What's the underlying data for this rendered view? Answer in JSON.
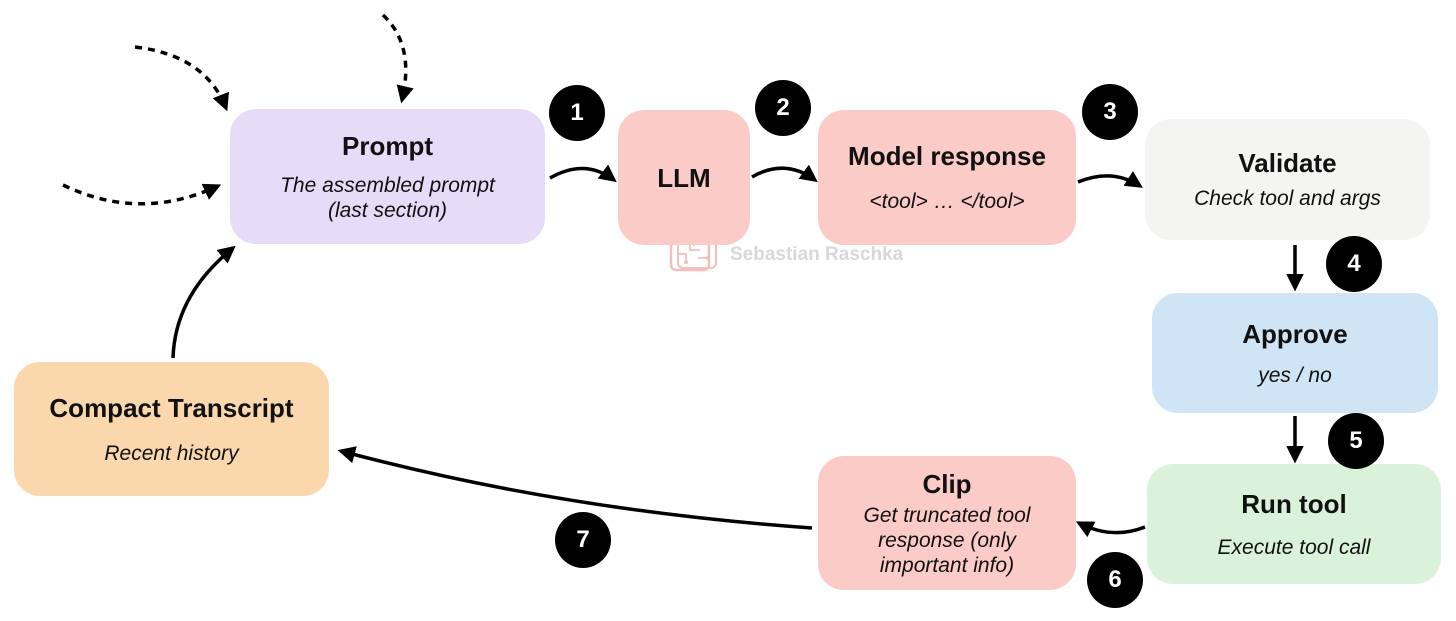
{
  "diagram": {
    "nodes": {
      "prompt": {
        "title": "Prompt",
        "subtitle_line1": "The assembled prompt",
        "subtitle_line2": "(last section)"
      },
      "llm": {
        "title": "LLM"
      },
      "model": {
        "title": "Model response",
        "subtitle": "<tool> … </tool>"
      },
      "validate": {
        "title": "Validate",
        "subtitle": "Check tool and args"
      },
      "approve": {
        "title": "Approve",
        "subtitle": "yes / no"
      },
      "run": {
        "title": "Run tool",
        "subtitle": "Execute tool call"
      },
      "clip": {
        "title": "Clip",
        "subtitle_line1": "Get truncated tool",
        "subtitle_line2": "response (only",
        "subtitle_line3": "important info)"
      },
      "compact": {
        "title": "Compact Transcript",
        "subtitle": "Recent history"
      }
    },
    "steps": [
      "1",
      "2",
      "3",
      "4",
      "5",
      "6",
      "7"
    ],
    "colors": {
      "prompt": "#e6dcf8",
      "llm": "#fbcbc7",
      "model": "#fbcbc7",
      "validate": "#f4f4f2",
      "approve": "#cfe4f4",
      "run": "#d9f2d9",
      "clip": "#fbcbc7",
      "compact": "#fbd7ae",
      "badge": "#000000",
      "watermark": "#b9b9b9"
    }
  },
  "watermark": {
    "text": "Sebastian Raschka",
    "logo": "brain-chip-logo"
  }
}
